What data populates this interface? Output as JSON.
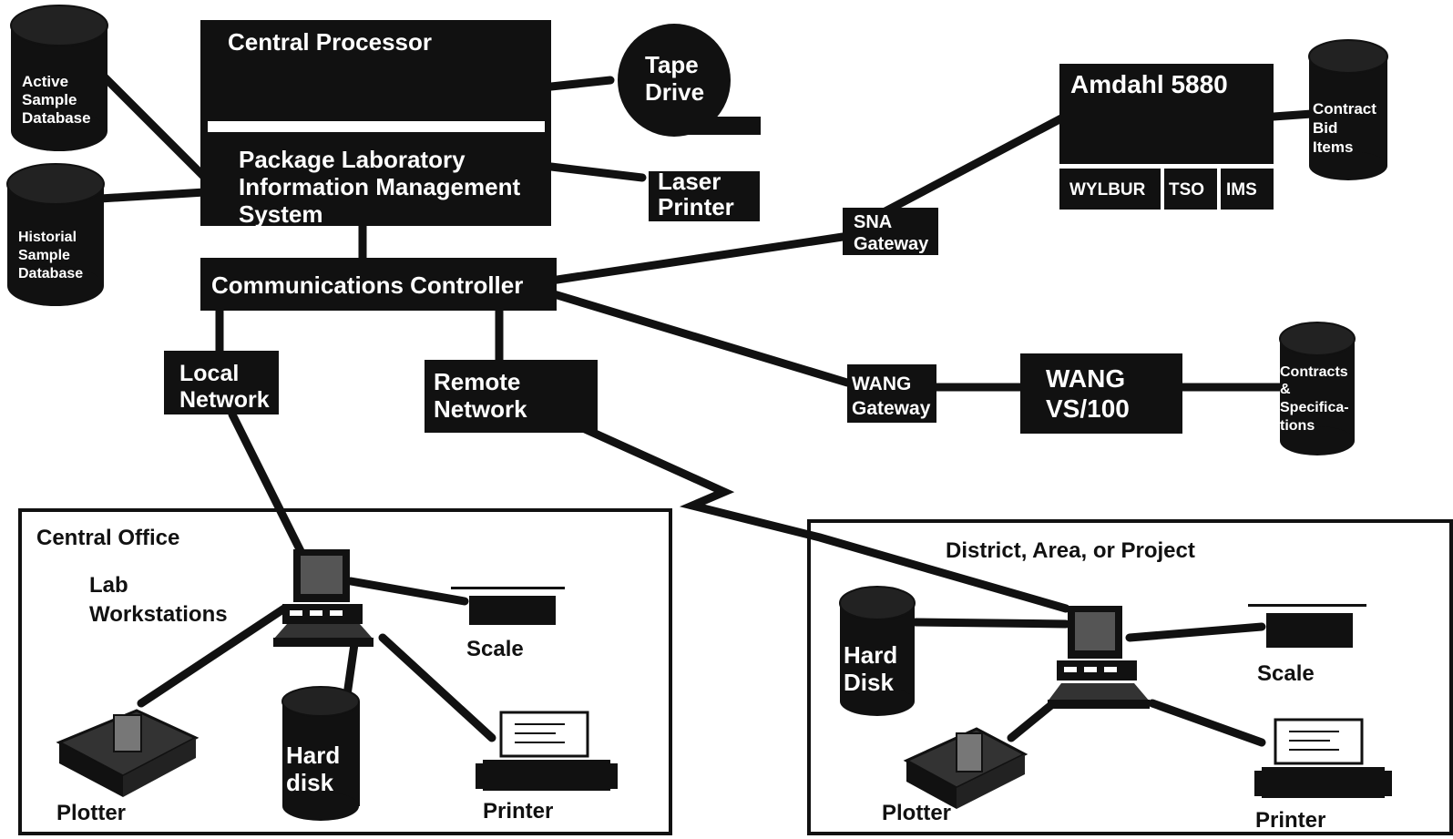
{
  "central_processor": {
    "title": "Central Processor",
    "system_line1": "Package Laboratory",
    "system_line2": "Information Management",
    "system_line3": "System"
  },
  "tape_drive": {
    "line1": "Tape",
    "line2": "Drive"
  },
  "laser_printer": {
    "line1": "Laser",
    "line2": "Printer"
  },
  "active_db": {
    "line1": "Active",
    "line2": "Sample",
    "line3": "Database"
  },
  "historical_db": {
    "line1": "Historial",
    "line2": "Sample",
    "line3": "Database"
  },
  "comm_controller": {
    "label": "Communications Controller"
  },
  "local_network": {
    "line1": "Local",
    "line2": "Network"
  },
  "remote_network": {
    "line1": "Remote",
    "line2": "Network"
  },
  "sna_gateway": {
    "line1": "SNA",
    "line2": "Gateway"
  },
  "wang_gateway": {
    "line1": "WANG",
    "line2": "Gateway"
  },
  "wang_vs": {
    "line1": "WANG",
    "line2": "VS/100"
  },
  "amdahl": {
    "title": "Amdahl  5880",
    "sub1": "WYLBUR",
    "sub2": "TSO",
    "sub3": "IMS"
  },
  "contract_bid_db": {
    "line1": "Contract",
    "line2": "Bid",
    "line3": "Items"
  },
  "contracts_spec_db": {
    "line1": "Contracts",
    "line2": "&",
    "line3": "Specifica-",
    "line4": "tions"
  },
  "central_office": {
    "title": "Central Office",
    "workstations_line1": "Lab",
    "workstations_line2": "Workstations",
    "scale": "Scale",
    "hard_disk_line1": "Hard",
    "hard_disk_line2": "disk",
    "plotter": "Plotter",
    "printer": "Printer"
  },
  "district": {
    "title": "District,  Area,  or Project",
    "hard_disk_line1": "Hard",
    "hard_disk_line2": "Disk",
    "scale": "Scale",
    "plotter": "Plotter",
    "printer": "Printer"
  }
}
